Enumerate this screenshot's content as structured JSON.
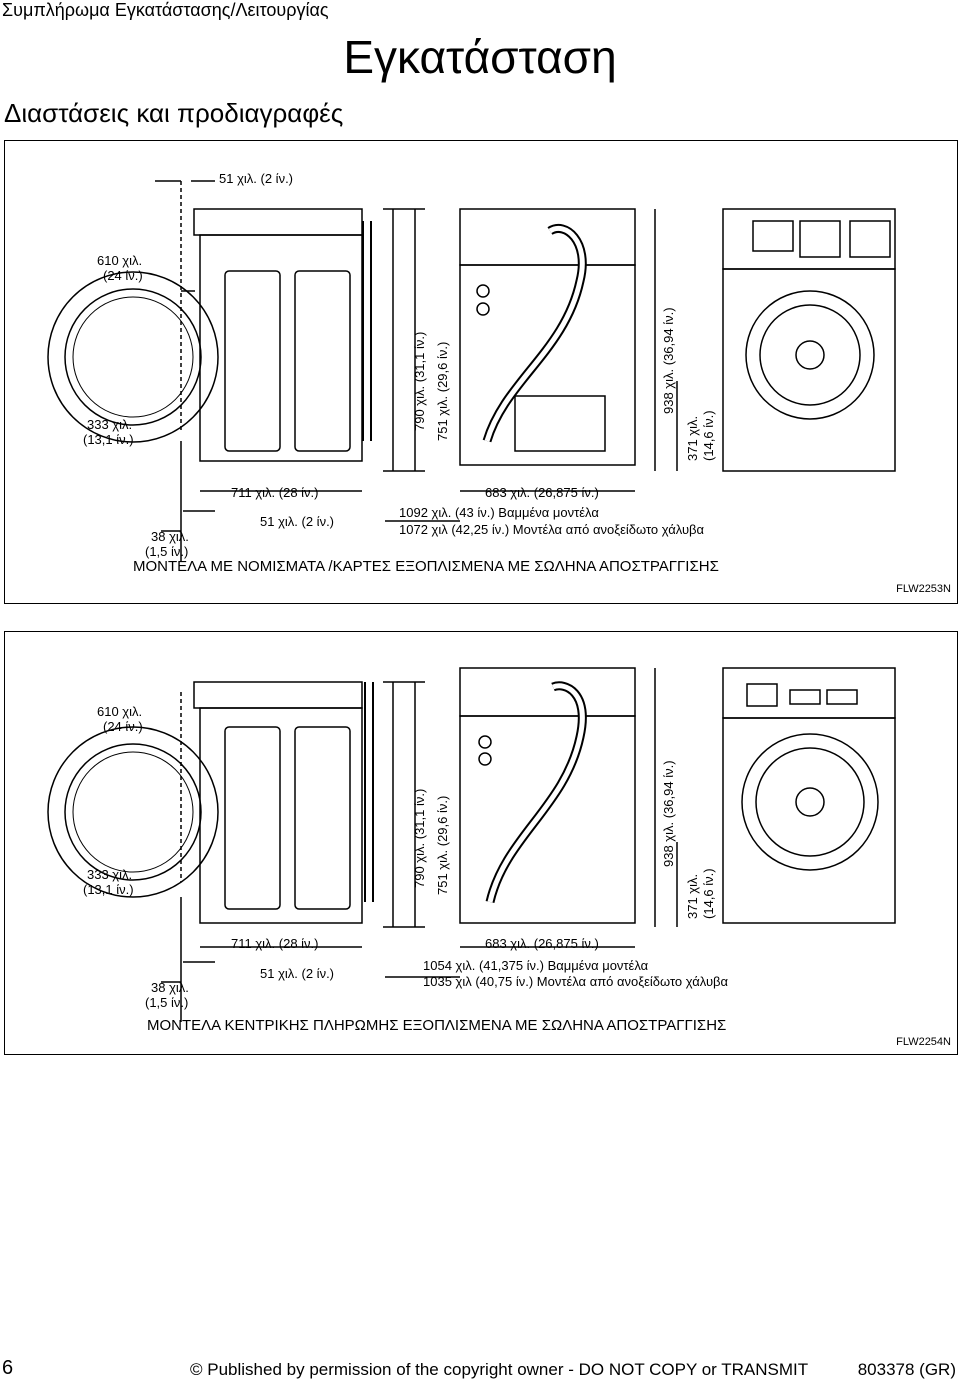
{
  "header": {
    "section": "Συμπλήρωμα Εγκατάστασης/Λειτουργίας",
    "title": "Εγκατάσταση",
    "subtitle": "Διαστάσεις και προδιαγραφές"
  },
  "figure1": {
    "dims": {
      "top_51": "51 χιλ. (2 ίν.)",
      "width_610": [
        "610 χιλ.",
        "(24 ίν.)"
      ],
      "door_333": [
        "333 χιλ.",
        "(13,1 ίν.)"
      ],
      "h790": "790 χιλ. (31,1 ίν.)",
      "h751": "751 χιλ. (29,6 ίν.)",
      "h938": "938 χιλ. (36,94 ίν.)",
      "h371": [
        "371 χιλ.",
        "(14,6 ίν.)"
      ],
      "d711": "711 χιλ. (28 ίν.)",
      "d683": "683 χιλ. (26,875 ίν.)",
      "d38": [
        "38 χιλ.",
        "(1,5 ίν.)"
      ],
      "d51": "51 χιλ. (2 ίν.)",
      "d1092": "1092 χιλ. (43 ίν.) Βαμμένα μοντέλα",
      "d1072": "1072 χιλ (42,25 ίν.) Μοντέλα από ανοξείδωτο χάλυβα"
    },
    "caption": "ΜΟΝΤΕΛΑ ΜΕ ΝΟΜΙΣΜΑΤΑ /ΚΑΡΤΕΣ ΕΞΟΠΛΙΣΜΕΝΑ ΜΕ ΣΩΛΗΝΑ ΑΠΟΣΤΡΑΓΓΙΣΗΣ",
    "code": "FLW2253N"
  },
  "figure2": {
    "dims": {
      "width_610": [
        "610 χιλ.",
        "(24 ίν.)"
      ],
      "door_333": [
        "333 χιλ.",
        "(13,1 ίν.)"
      ],
      "h790": "790 χιλ. (31,1 ίν.)",
      "h751": "751 χιλ. (29,6 ίν.)",
      "h938": "938 χιλ. (36,94 ίν.)",
      "h371": [
        "371 χιλ.",
        "(14,6 ίν.)"
      ],
      "d711": "711 χιλ. (28 ίν.)",
      "d683": "683 χιλ. (26,875 ίν.)",
      "d38": [
        "38 χιλ.",
        "(1,5 ίν.)"
      ],
      "d51": "51 χιλ. (2 ίν.)",
      "d1054": "1054 χιλ. (41,375 ίν.) Βαμμένα μοντέλα",
      "d1035": "1035 χιλ (40,75 ίν.) Μοντέλα από ανοξείδωτο χάλυβα"
    },
    "caption": "ΜΟΝΤΕΛΑ ΚΕΝΤΡΙΚΗΣ ΠΛΗΡΩΜΗΣ ΕΞΟΠΛΙΣΜΕΝΑ ΜΕ ΣΩΛΗΝΑ ΑΠΟΣΤΡΑΓΓΙΣΗΣ",
    "code": "FLW2254N"
  },
  "footer": {
    "page_number": "6",
    "copyright": "© Published by permission of the copyright owner - DO NOT COPY or TRANSMIT",
    "doc_number": "803378 (GR)"
  }
}
